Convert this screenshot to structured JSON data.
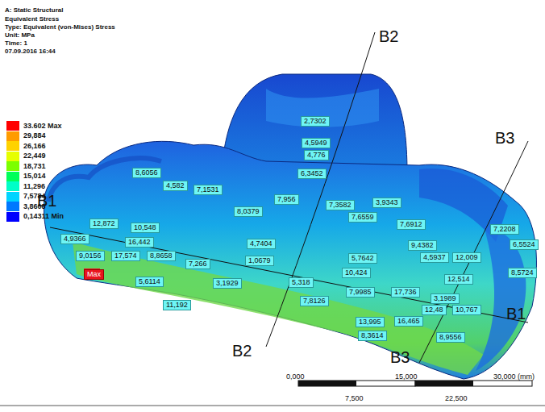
{
  "diagram": {
    "title": "A: Static Structural",
    "nodes": [
      {
        "text": [
          "2,7302"
        ]
      },
      {
        "text": [
          "4,5949"
        ]
      },
      {
        "text": [
          "4,776"
        ]
      },
      {
        "text": [
          "8,6056"
        ]
      },
      {
        "text": [
          "6,3452"
        ]
      },
      {
        "text": [
          "4,582"
        ]
      },
      {
        "text": [
          "7,1531"
        ]
      },
      {
        "text": [
          "8,0379"
        ]
      },
      {
        "text": [
          "7,956"
        ]
      },
      {
        "text": [
          "7,3582"
        ]
      },
      {
        "text": [
          "3,9343"
        ]
      },
      {
        "text": [
          "7,6559"
        ]
      },
      {
        "text": [
          "7,6912"
        ]
      },
      {
        "text": [
          "7,2208"
        ]
      },
      {
        "text": [
          "12,872"
        ]
      },
      {
        "text": [
          "10,548"
        ]
      },
      {
        "text": [
          "4,9366"
        ]
      },
      {
        "text": [
          "16,442"
        ]
      },
      {
        "text": [
          "9,0156"
        ]
      },
      {
        "text": [
          "17,574"
        ]
      },
      {
        "text": [
          "8,8658"
        ]
      },
      {
        "text": [
          "7,266"
        ]
      },
      {
        "text": [
          "4,7404"
        ]
      },
      {
        "text": [
          "1,0679"
        ]
      },
      {
        "text": [
          "9,4382"
        ]
      },
      {
        "text": [
          "6,5524"
        ]
      },
      {
        "text": [
          "4,5937"
        ]
      },
      {
        "text": [
          "12,009"
        ]
      },
      {
        "text": [
          "8,5724"
        ]
      },
      {
        "text": [
          "5,7642"
        ]
      },
      {
        "text": [
          "10,424"
        ]
      },
      {
        "text": [
          "12,514"
        ]
      },
      {
        "text": [
          "5,6114"
        ]
      },
      {
        "text": [
          "3,1929"
        ]
      },
      {
        "text": [
          "5,318"
        ]
      },
      {
        "text": [
          "7,9985"
        ]
      },
      {
        "text": [
          "17,736"
        ]
      },
      {
        "text": [
          "3,1989"
        ]
      },
      {
        "text": [
          "11,192"
        ]
      },
      {
        "text": [
          "7,8126"
        ]
      },
      {
        "text": [
          "12,48"
        ]
      },
      {
        "text": [
          "10,767"
        ]
      },
      {
        "text": [
          "13,995"
        ]
      },
      {
        "text": [
          "16,465"
        ]
      },
      {
        "text": [
          "8,3614"
        ]
      },
      {
        "text": [
          "8,9556"
        ]
      },
      {
        "text": [
          "Max"
        ]
      }
    ],
    "labels": [
      "Equivalent Stress",
      "Type: Equivalent (von-Mises) Stress",
      "Unit: MPa",
      "Time: 1",
      "07.09.2016 16:44",
      "B1",
      "B1",
      "B2",
      "B2",
      "B3",
      "B3",
      "0,000",
      "15,000",
      "30,000 (mm)",
      "7,500",
      "22,500"
    ],
    "legend": [
      {
        "text": "33.602 Max",
        "color": "#ff0000"
      },
      {
        "text": "29,884",
        "color": "#ff9b00"
      },
      {
        "text": "26,166",
        "color": "#ffd200"
      },
      {
        "text": "22,449",
        "color": "#e6ff00"
      },
      {
        "text": "18,731",
        "color": "#7cff00"
      },
      {
        "text": "15,014",
        "color": "#00ff5a"
      },
      {
        "text": "11,296",
        "color": "#00ffc8"
      },
      {
        "text": "7,5784",
        "color": "#00d4ff"
      },
      {
        "text": "3,8608",
        "color": "#0078ff"
      },
      {
        "text": "0,14311 Min",
        "color": "#0000ff"
      }
    ]
  }
}
